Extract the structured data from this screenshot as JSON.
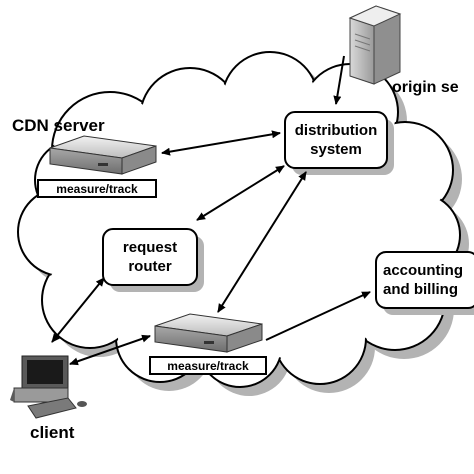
{
  "labels": {
    "cdn_server": "CDN server",
    "origin_server": "origin se",
    "client": "client",
    "measure_track_top": "measure/track",
    "measure_track_bottom": "measure/track",
    "distribution_line1": "distribution",
    "distribution_line2": "system",
    "request_router_line1": "request",
    "request_router_line2": "router",
    "accounting_line1": "accounting",
    "accounting_line2": "and billing"
  },
  "colors": {
    "cloud_fill": "#ffffff",
    "cloud_shadow": "#b3b3b3",
    "stroke": "#000000",
    "server_body": "#cfcfcf"
  },
  "icons": {
    "cdn_server": "server-box-icon",
    "edge_server": "server-box-icon",
    "origin_server": "tower-server-icon",
    "client": "desktop-computer-icon"
  }
}
